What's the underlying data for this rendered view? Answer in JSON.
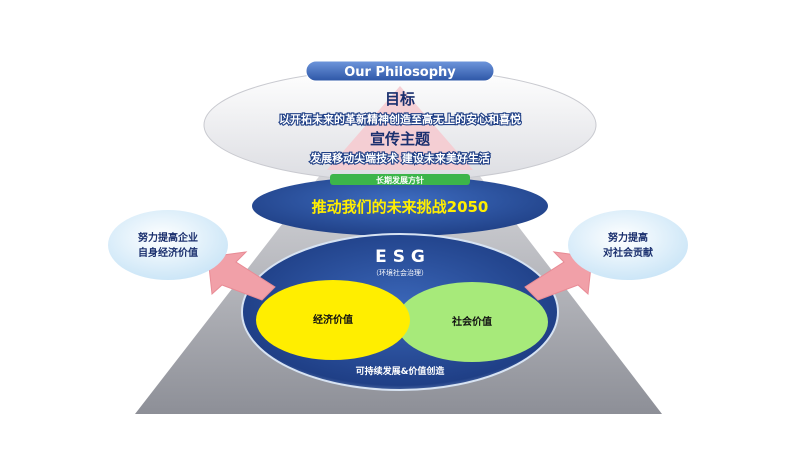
{
  "philosophy": {
    "label": "Our Philosophy",
    "goal_title": "目标",
    "goal_text": "以开拓未来的革新精神创造至高无上的安心和喜悦",
    "theme_title": "宣传主题",
    "theme_text": "发展移动尖端技术 建设未来美好生活"
  },
  "policy": {
    "label": "长期发展方针",
    "text": "推动我们的未来挑战2050"
  },
  "esg": {
    "title": "E S G",
    "subtitle": "（环境社会治理）",
    "economic_value": "经济价值",
    "social_value": "社会价值",
    "bottom_text": "可持续发展&价值创造"
  },
  "left_bubble": {
    "line1": "努力提高企业",
    "line2": "自身经济价值"
  },
  "right_bubble": {
    "line1": "努力提高",
    "line2": "对社会贡献"
  },
  "colors": {
    "navy": "#1f3f86",
    "blue_band": "#2e5aa8",
    "green_label": "#3cb54a",
    "yellow": "#ffee00",
    "light_green": "#a7ea7a",
    "pink_arrow": "#f1a0a8",
    "bubble": "#d6ecf8"
  }
}
